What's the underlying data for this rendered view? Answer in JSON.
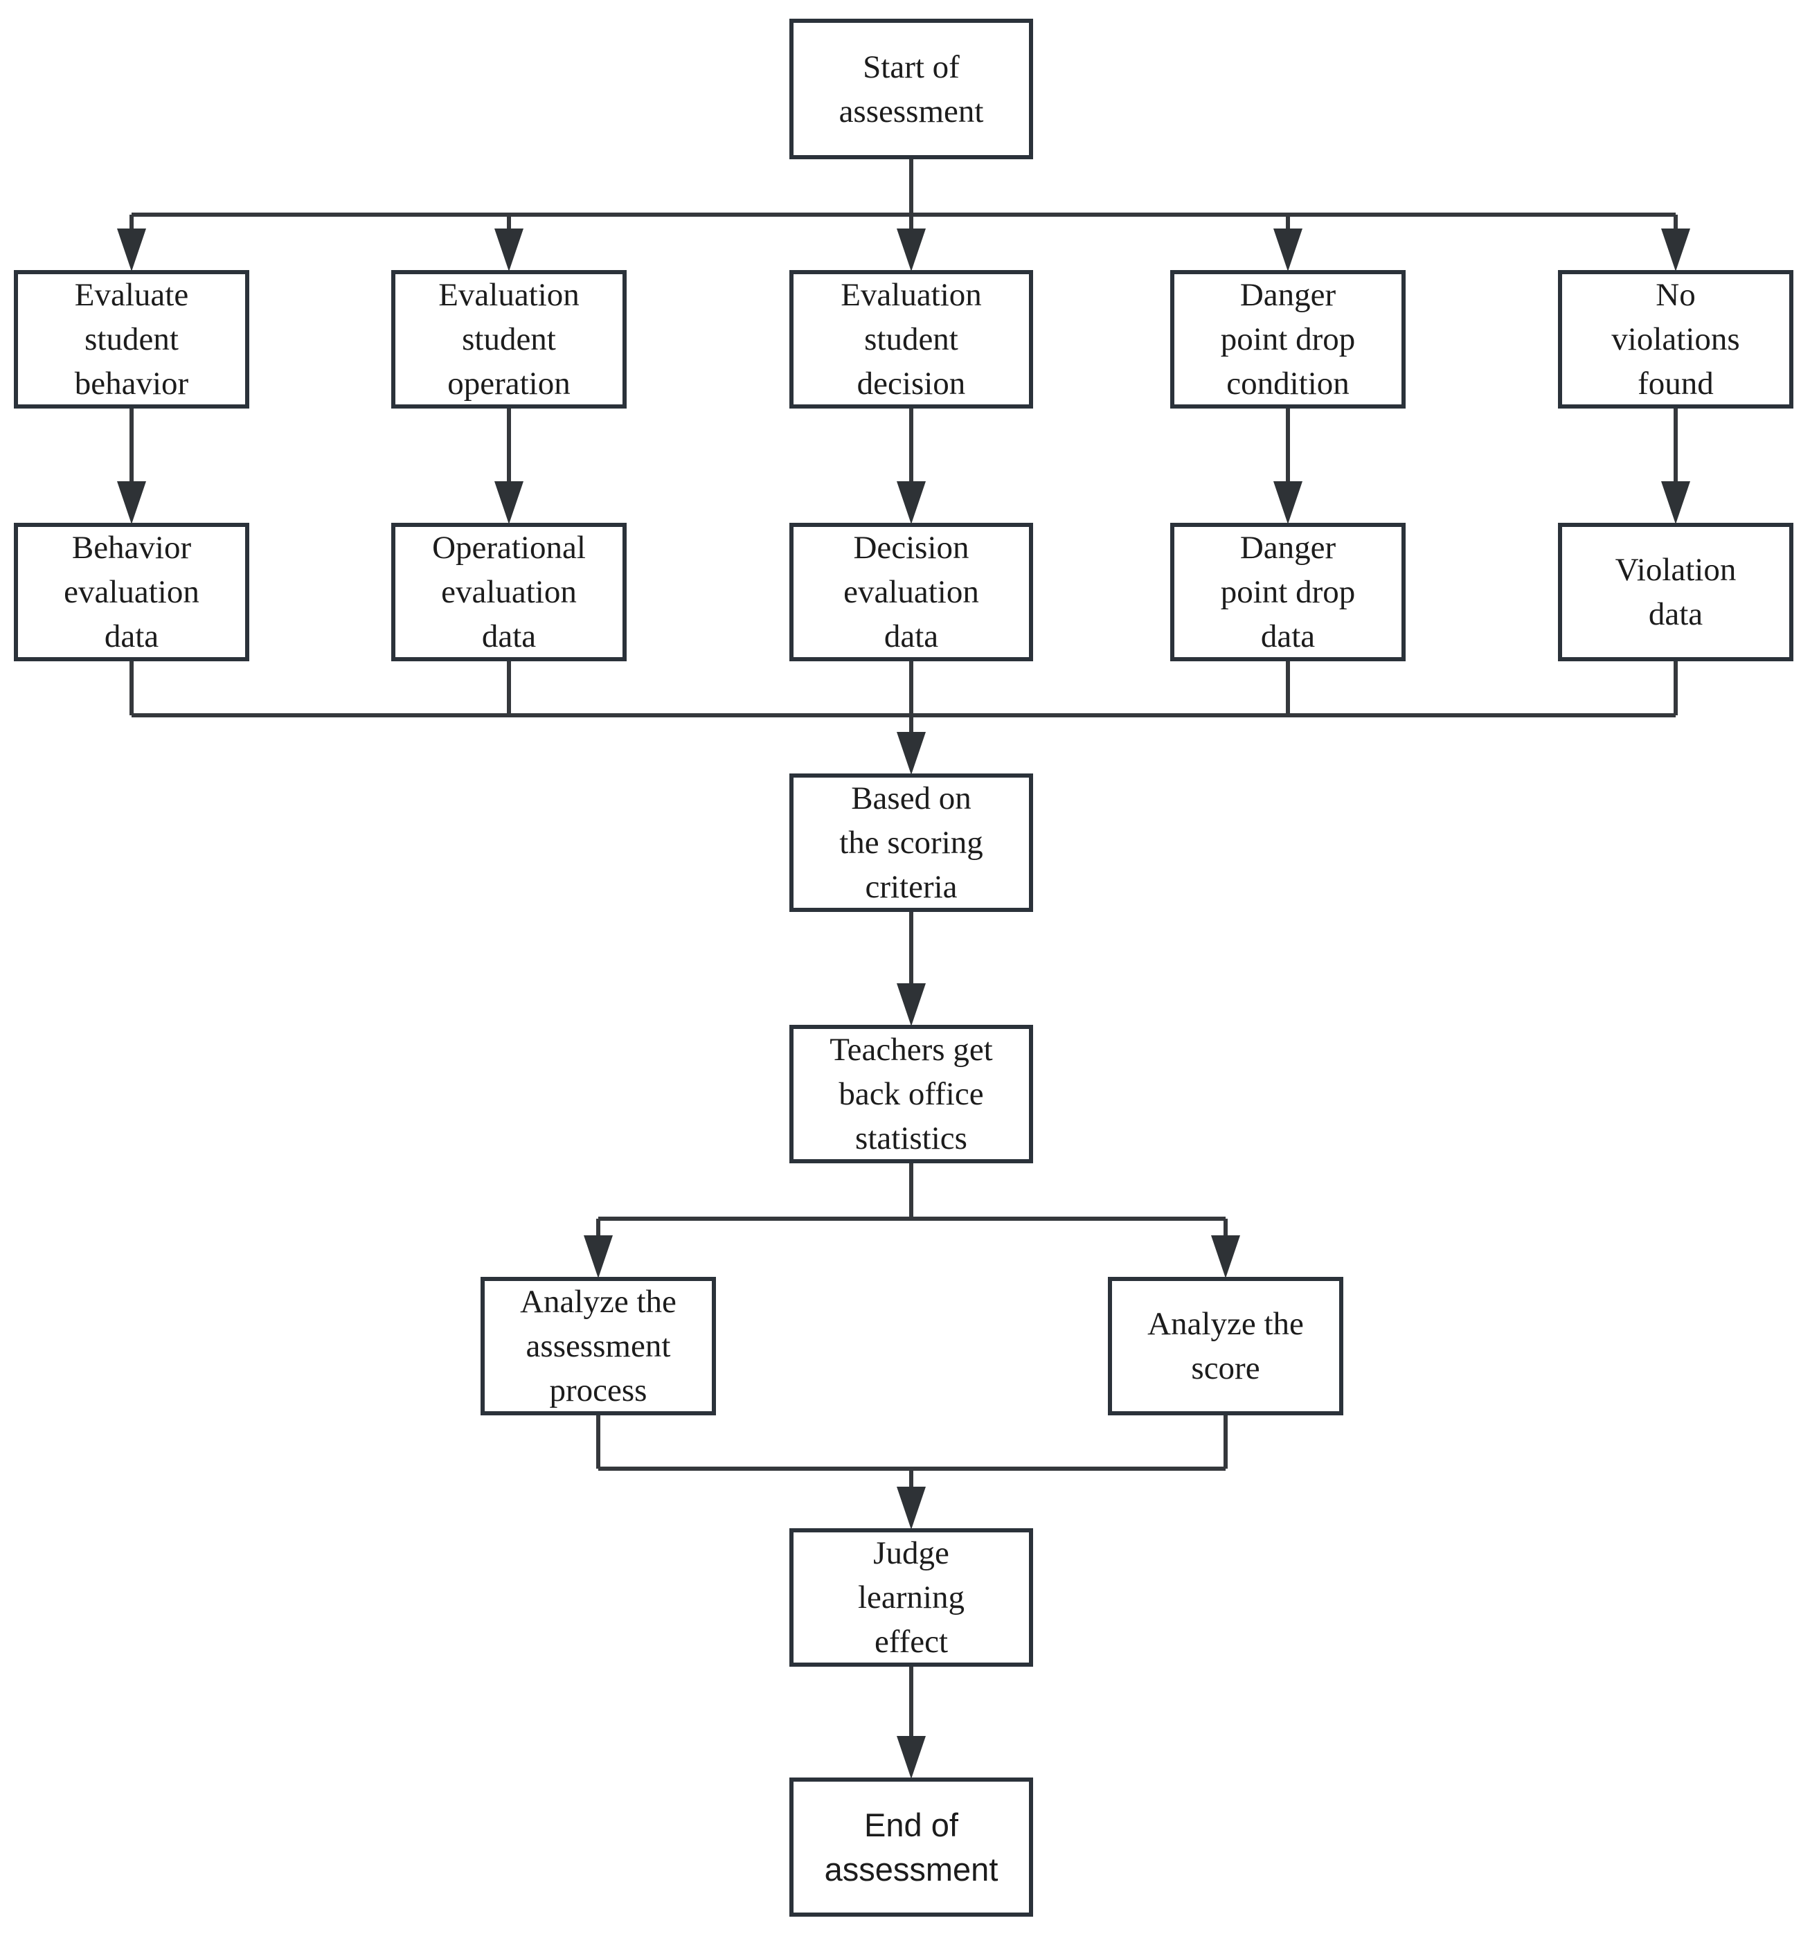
{
  "diagram": {
    "type": "flowchart",
    "colors": {
      "background": "#ffffff",
      "node_border": "#2b323a",
      "connector_line": "#35383c",
      "arrowhead": "#2e3236",
      "text": "#1c1c1c"
    },
    "nodes": {
      "start": "Start of\nassessment",
      "eval_behavior": "Evaluate\nstudent\nbehavior",
      "eval_operation": "Evaluation\nstudent\noperation",
      "eval_decision": "Evaluation\nstudent\ndecision",
      "danger_condition": "Danger\npoint drop\ncondition",
      "no_violations": "No\nviolations\nfound",
      "behavior_data": "Behavior\nevaluation\ndata",
      "operational_data": "Operational\nevaluation\ndata",
      "decision_data": "Decision\nevaluation\ndata",
      "danger_data": "Danger\npoint drop\ndata",
      "violation_data": "Violation\ndata",
      "scoring_criteria": "Based on\nthe scoring\ncriteria",
      "teachers_stats": "Teachers get\nback office\nstatistics",
      "analyze_process": "Analyze the\nassessment\nprocess",
      "analyze_score": "Analyze the\nscore",
      "judge_effect": "Judge\nlearning\neffect",
      "end": "End of\nassessment"
    },
    "edges": [
      {
        "from": "start",
        "to": "eval_behavior"
      },
      {
        "from": "start",
        "to": "eval_operation"
      },
      {
        "from": "start",
        "to": "eval_decision"
      },
      {
        "from": "start",
        "to": "danger_condition"
      },
      {
        "from": "start",
        "to": "no_violations"
      },
      {
        "from": "eval_behavior",
        "to": "behavior_data"
      },
      {
        "from": "eval_operation",
        "to": "operational_data"
      },
      {
        "from": "eval_decision",
        "to": "decision_data"
      },
      {
        "from": "danger_condition",
        "to": "danger_data"
      },
      {
        "from": "no_violations",
        "to": "violation_data"
      },
      {
        "from": "behavior_data",
        "to": "scoring_criteria"
      },
      {
        "from": "operational_data",
        "to": "scoring_criteria"
      },
      {
        "from": "decision_data",
        "to": "scoring_criteria"
      },
      {
        "from": "danger_data",
        "to": "scoring_criteria"
      },
      {
        "from": "violation_data",
        "to": "scoring_criteria"
      },
      {
        "from": "scoring_criteria",
        "to": "teachers_stats"
      },
      {
        "from": "teachers_stats",
        "to": "analyze_process"
      },
      {
        "from": "teachers_stats",
        "to": "analyze_score"
      },
      {
        "from": "analyze_process",
        "to": "judge_effect"
      },
      {
        "from": "analyze_score",
        "to": "judge_effect"
      },
      {
        "from": "judge_effect",
        "to": "end"
      }
    ]
  }
}
